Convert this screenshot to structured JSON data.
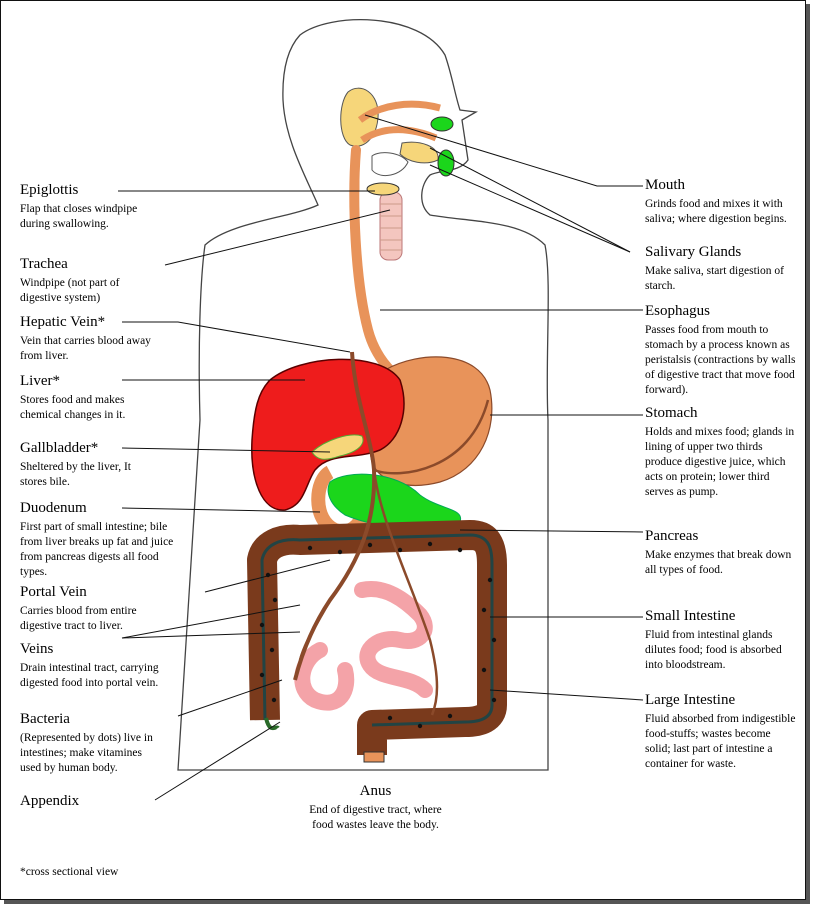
{
  "colors": {
    "skin": "#ffffff",
    "outline": "#2a1a12",
    "digestive_tract": "#e8935a",
    "liver": "#ee1c1c",
    "gland": "#f6d67a",
    "pancreas": "#1bd61b",
    "small_intestine": "#f4a3a8",
    "large_intestine": "#7a3a1c",
    "vein": "#8b4a2a",
    "trachea": "#f4c6bf"
  },
  "labels": {
    "epiglottis": {
      "title": "Epiglottis",
      "desc": "Flap that closes windpipe during swallowing."
    },
    "trachea": {
      "title": "Trachea",
      "desc": "Windpipe (not part of digestive system)"
    },
    "hepatic_vein": {
      "title": "Hepatic Vein*",
      "desc": "Vein that carries blood away from liver."
    },
    "liver": {
      "title": "Liver*",
      "desc": "Stores food and makes chemical changes in it."
    },
    "gallbladder": {
      "title": "Gallbladder*",
      "desc": "Sheltered by the liver, It stores bile."
    },
    "duodenum": {
      "title": "Duodenum",
      "desc": "First part of small intestine; bile from liver breaks up fat and juice from pancreas digests all food types."
    },
    "portal_vein": {
      "title": "Portal Vein",
      "desc": "Carries blood from entire digestive tract to liver."
    },
    "veins": {
      "title": "Veins",
      "desc": "Drain intestinal tract, carrying digested food into portal vein."
    },
    "bacteria": {
      "title": "Bacteria",
      "desc": "(Represented by dots) live in intestines; make vitamines used by human body."
    },
    "appendix": {
      "title": "Appendix",
      "desc": ""
    },
    "mouth": {
      "title": "Mouth",
      "desc": "Grinds food and mixes it with saliva; where digestion begins."
    },
    "salivary_glands": {
      "title": "Salivary Glands",
      "desc": "Make saliva, start digestion of starch."
    },
    "esophagus": {
      "title": "Esophagus",
      "desc": "Passes food from mouth to stomach by a process known as peristalsis (contractions by walls of digestive tract that move food forward)."
    },
    "stomach": {
      "title": "Stomach",
      "desc": "Holds and mixes food; glands in lining of upper two thirds produce digestive juice, which acts on protein; lower third serves as pump."
    },
    "pancreas": {
      "title": "Pancreas",
      "desc": "Make enzymes that break down all types of food."
    },
    "small_intestine": {
      "title": "Small Intestine",
      "desc": "Fluid from intestinal glands dilutes food; food is absorbed into bloodstream."
    },
    "large_intestine": {
      "title": "Large Intestine",
      "desc": "Fluid absorbed from indigestible food-stuffs; wastes become solid; last part of intestine a container for waste."
    },
    "anus": {
      "title": "Anus",
      "desc": "End of digestive tract, where food wastes leave the body."
    }
  },
  "footnote": "*cross sectional view"
}
